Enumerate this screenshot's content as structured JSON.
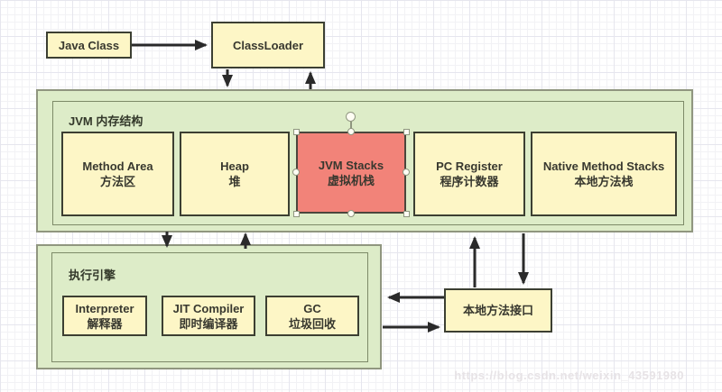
{
  "diagram": {
    "top_nodes": {
      "java_class": "Java Class",
      "classloader": "ClassLoader"
    },
    "memory_region": {
      "title": "JVM 内存结构",
      "blocks": [
        {
          "en": "Method Area",
          "zh": "方法区"
        },
        {
          "en": "Heap",
          "zh": "堆"
        },
        {
          "en": "JVM Stacks",
          "zh": "虚拟机栈",
          "state": "selected"
        },
        {
          "en": "PC Register",
          "zh": "程序计数器"
        },
        {
          "en": "Native Method Stacks",
          "zh": "本地方法栈"
        }
      ]
    },
    "engine_region": {
      "title": "执行引擎",
      "blocks": [
        {
          "en": "Interpreter",
          "zh": "解释器"
        },
        {
          "en": "JIT Compiler",
          "zh": "即时编译器"
        },
        {
          "en": "GC",
          "zh": "垃圾回收"
        }
      ]
    },
    "native_interface": {
      "label": "本地方法接口"
    },
    "watermark": "https://blog.csdn.net/weixin_43591980"
  },
  "colors": {
    "node_fill": "#fdf6c6",
    "node_border": "#3c3f32",
    "region_fill": "#ddecc8",
    "region_border_outer": "#90967f",
    "region_border_inner": "#7d8a68",
    "selected_fill": "#f28379",
    "selected_border": "#4c463d",
    "arrow": "#2a2a2a",
    "handle_fill": "#fffdf4",
    "handle_border": "#8f967f",
    "grid_minor": "#f2f2f5",
    "grid_major": "#e6e6ee",
    "watermark": "#e7e3e6"
  }
}
